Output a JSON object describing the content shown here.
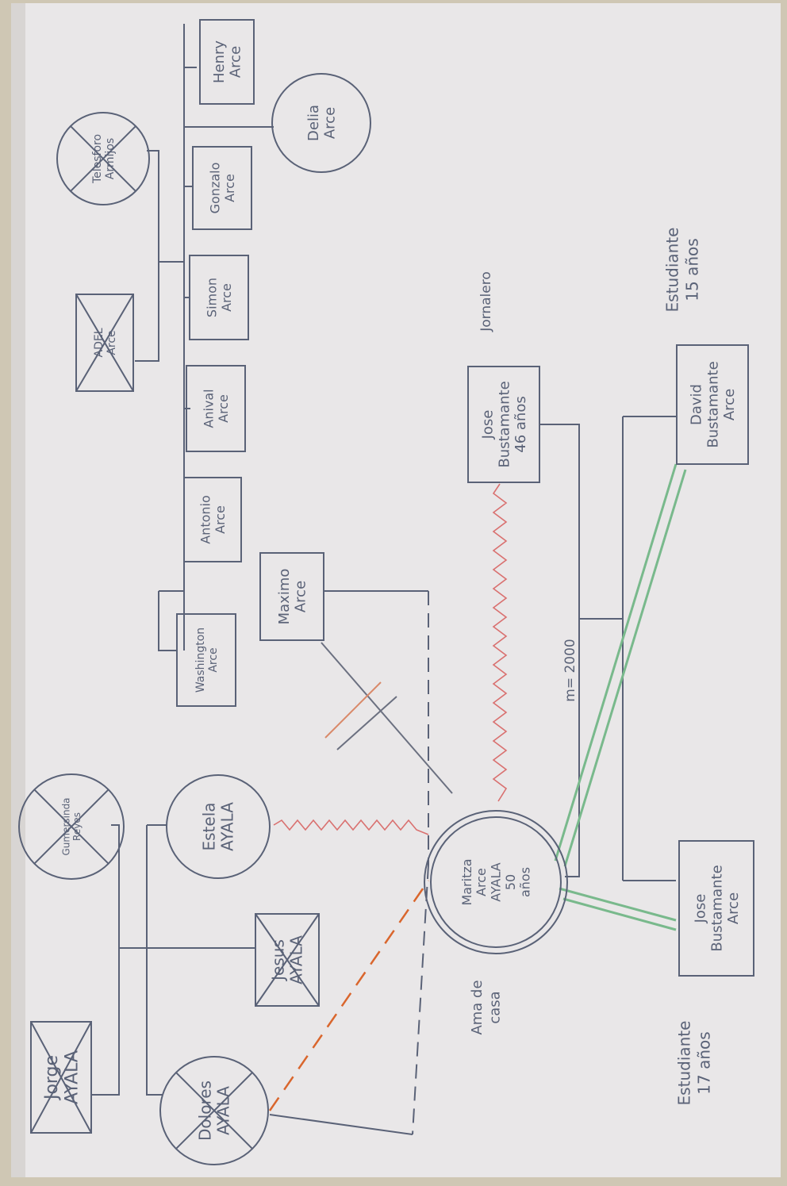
{
  "colors": {
    "paper": "#e9e7e8",
    "pencil": "#5a6277",
    "red": "#d9706f",
    "orange": "#d9662d",
    "green": "#79b98c",
    "background": "#cfc7b4"
  },
  "people": {
    "telesforo": [
      "Telesforo",
      "Armijos"
    ],
    "adel": [
      "ADEL",
      "Arce"
    ],
    "henry": [
      "Henry",
      "Arce"
    ],
    "delia": [
      "Delia",
      "Arce"
    ],
    "gonzalo": [
      "Gonzalo",
      "Arce"
    ],
    "simon": [
      "Simon",
      "Arce"
    ],
    "anival": [
      "Anival",
      "Arce"
    ],
    "antonio": [
      "Antonio",
      "Arce"
    ],
    "washington": [
      "Washington",
      "Arce"
    ],
    "maximo": [
      "Maximo",
      "Arce"
    ],
    "gumersinda": [
      "Gumersinda",
      "Reyes"
    ],
    "estela": [
      "Estela",
      "AYALA"
    ],
    "jesus": [
      "Jesus",
      "AYALA"
    ],
    "jorge": [
      "Jorge",
      "AYALA"
    ],
    "dolores": [
      "Dolores",
      "AYALA"
    ],
    "maritza": [
      "Maritza",
      "Arce",
      "AYALA",
      "50",
      "años"
    ],
    "jose_padre": [
      "Jose",
      "Bustamante",
      "46 años"
    ],
    "david": [
      "David",
      "Bustamante",
      "Arce"
    ],
    "jose_hijo": [
      "Jose",
      "Bustamante",
      "Arce"
    ]
  },
  "annotations": {
    "jornalero": "Jornalero",
    "estudiante_15": [
      "Estudiante",
      "15 años"
    ],
    "estudiante_17": [
      "Estudiante",
      "17 años"
    ],
    "ama_de_casa": [
      "Ama de",
      "casa"
    ],
    "marriage": "m= 2000"
  }
}
